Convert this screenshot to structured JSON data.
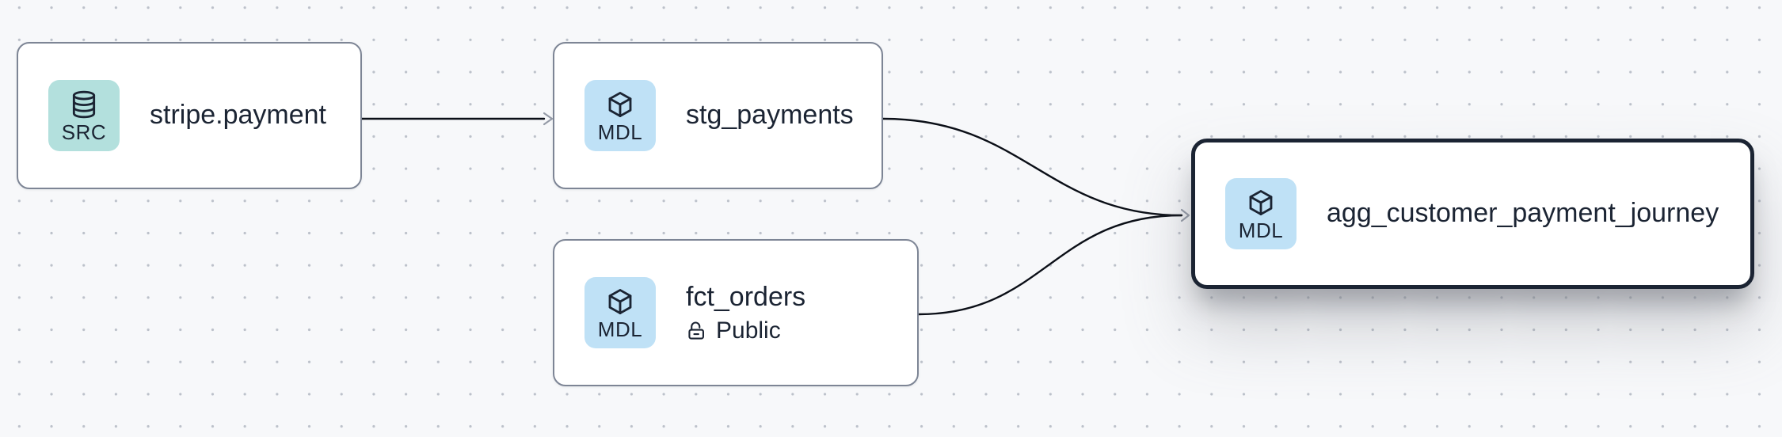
{
  "app": {
    "view": "lineage-graph-canvas"
  },
  "canvas": {
    "background": "#f7f8fa",
    "dot_color": "#bcc1ca"
  },
  "colors": {
    "node_border": "#7d8595",
    "selected_border": "#1b2433",
    "text": "#1b2433",
    "edge": "#0b0f17",
    "arrowhead": "#959ba7",
    "src_badge_bg": "#b3e0dd",
    "mdl_badge_bg": "#bfe1f6"
  },
  "nodes": [
    {
      "title": "stripe.payment",
      "badge": "SRC",
      "icon": "database-icon",
      "type": "source",
      "selected": false
    },
    {
      "title": "stg_payments",
      "badge": "MDL",
      "icon": "cube-icon",
      "type": "model",
      "selected": false
    },
    {
      "title": "fct_orders",
      "badge": "MDL",
      "icon": "cube-icon",
      "type": "model",
      "access_icon": "unlock-icon",
      "access_label": "Public",
      "selected": false
    },
    {
      "title": "agg_customer_payment_journey",
      "badge": "MDL",
      "icon": "cube-icon",
      "type": "model",
      "selected": true
    }
  ],
  "edges": [
    {
      "from": "stripe.payment",
      "to": "stg_payments"
    },
    {
      "from": "stg_payments",
      "to": "agg_customer_payment_journey"
    },
    {
      "from": "fct_orders",
      "to": "agg_customer_payment_journey"
    }
  ]
}
